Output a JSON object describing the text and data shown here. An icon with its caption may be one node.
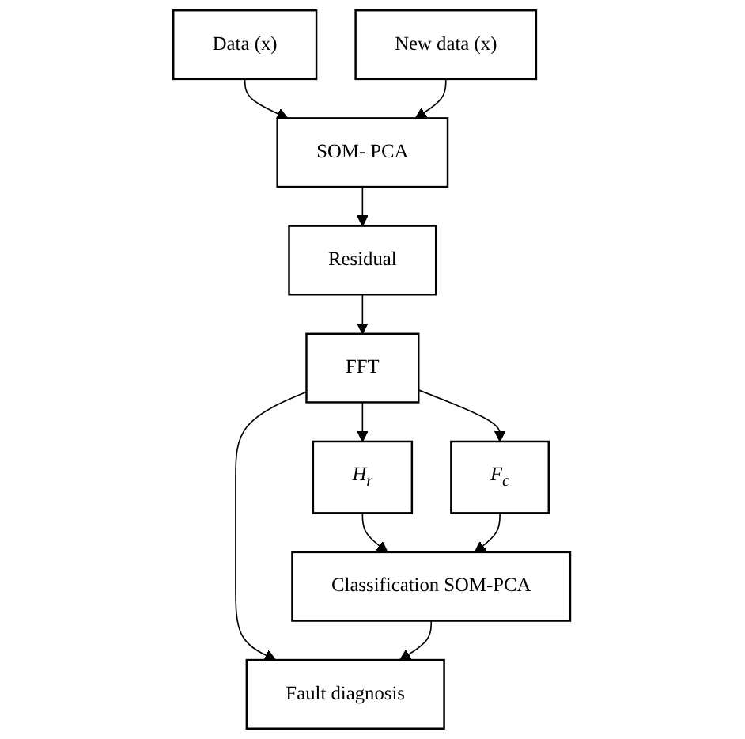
{
  "diagram": {
    "nodes": [
      {
        "text": [
          "Data (x)"
        ]
      },
      {
        "text": [
          "New data (x)"
        ]
      },
      {
        "text": [
          "SOM- PCA"
        ]
      },
      {
        "text": [
          "Residual"
        ]
      },
      {
        "text": [
          "FFT"
        ]
      },
      {
        "text": [
          "H$_{r}$"
        ]
      },
      {
        "text": [
          "F$_{c}$"
        ]
      },
      {
        "text": [
          "Classification SOM-PCA"
        ]
      },
      {
        "text": [
          "Fault diagnosis"
        ]
      }
    ],
    "edges": [
      {
        "from": 0,
        "to": 2,
        "arrow": "to"
      },
      {
        "from": 1,
        "to": 2,
        "arrow": "to"
      },
      {
        "from": 2,
        "to": 3,
        "arrow": "to"
      },
      {
        "from": 3,
        "to": 4,
        "arrow": "to"
      },
      {
        "from": 4,
        "to": 5,
        "arrow": "to"
      },
      {
        "from": 4,
        "to": 6,
        "arrow": "to"
      },
      {
        "from": 5,
        "to": 7,
        "arrow": "to"
      },
      {
        "from": 6,
        "to": 7,
        "arrow": "to"
      },
      {
        "from": 4,
        "to": 8,
        "arrow": "to"
      },
      {
        "from": 7,
        "to": 8,
        "arrow": "to"
      }
    ]
  }
}
